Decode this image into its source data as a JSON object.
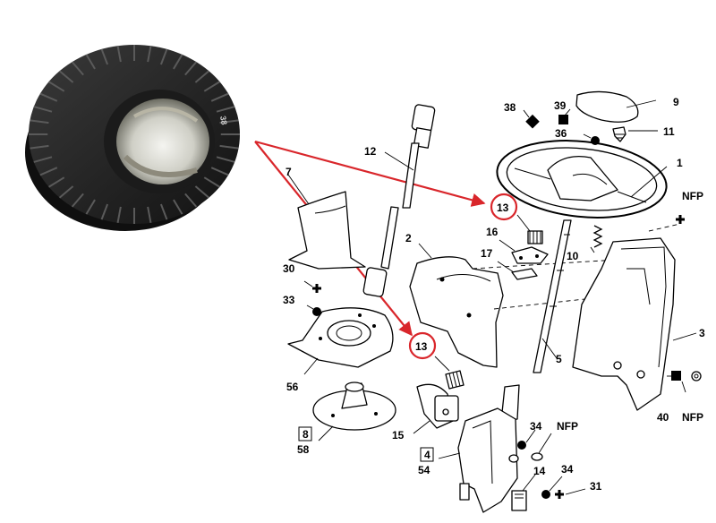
{
  "callouts": {
    "p1": "1",
    "p2": "2",
    "p3": "3",
    "p4": "4",
    "p54": "54",
    "p5": "5",
    "p7": "7",
    "p8": "8",
    "p58": "58",
    "p9": "9",
    "p10": "10",
    "p11": "11",
    "p12": "12",
    "p13a": "13",
    "p13b": "13",
    "p14": "14",
    "p15": "15",
    "p16": "16",
    "p17": "17",
    "p30": "30",
    "p31": "31",
    "p33": "33",
    "p34a": "34",
    "p34b": "34",
    "p36": "36",
    "p38": "38",
    "p39": "39",
    "p40": "40",
    "p56": "56",
    "nfp1": "NFP",
    "nfp2": "NFP",
    "nfp3": "NFP"
  },
  "photo": {
    "stamp_text": "38"
  },
  "colors": {
    "highlight": "#d9262b",
    "ink": "#000000",
    "rubber": "#1e1e1e"
  }
}
